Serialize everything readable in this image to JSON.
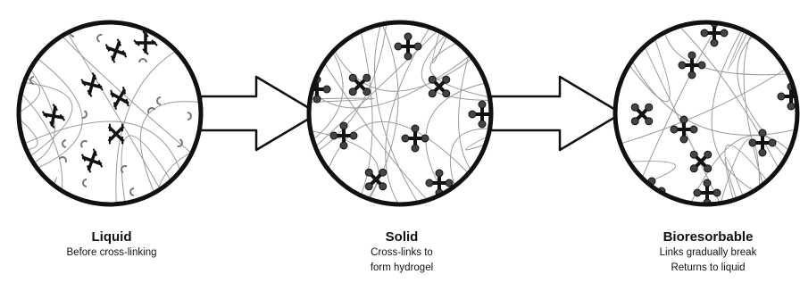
{
  "stages": [
    {
      "title": "Liquid",
      "lines": [
        "Before cross-linking"
      ]
    },
    {
      "title": "Solid",
      "lines": [
        "Cross-links to",
        "form hydrogel"
      ]
    },
    {
      "title": "Bioresorbable",
      "lines": [
        "Links gradually break",
        "Returns to liquid"
      ]
    }
  ]
}
